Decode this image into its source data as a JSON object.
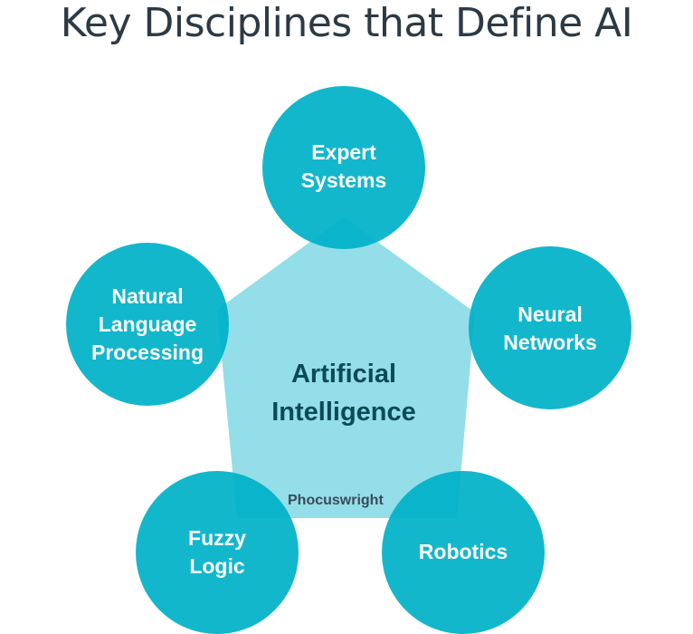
{
  "title": "Key Disciplines that Define AI",
  "center": {
    "line1": "Artificial",
    "line2": "Intelligence"
  },
  "disciplines": [
    {
      "lines": [
        "Expert",
        "Systems"
      ]
    },
    {
      "lines": [
        "Neural",
        "Networks"
      ]
    },
    {
      "lines": [
        "Robotics"
      ]
    },
    {
      "lines": [
        "Fuzzy",
        "Logic"
      ]
    },
    {
      "lines": [
        "Natural",
        "Language",
        "Processing"
      ]
    }
  ],
  "logo": "Phocuswright",
  "colors": {
    "circle": "#00b2c8",
    "pentagon": "#93dee8",
    "center_text": "#0b4a55"
  }
}
